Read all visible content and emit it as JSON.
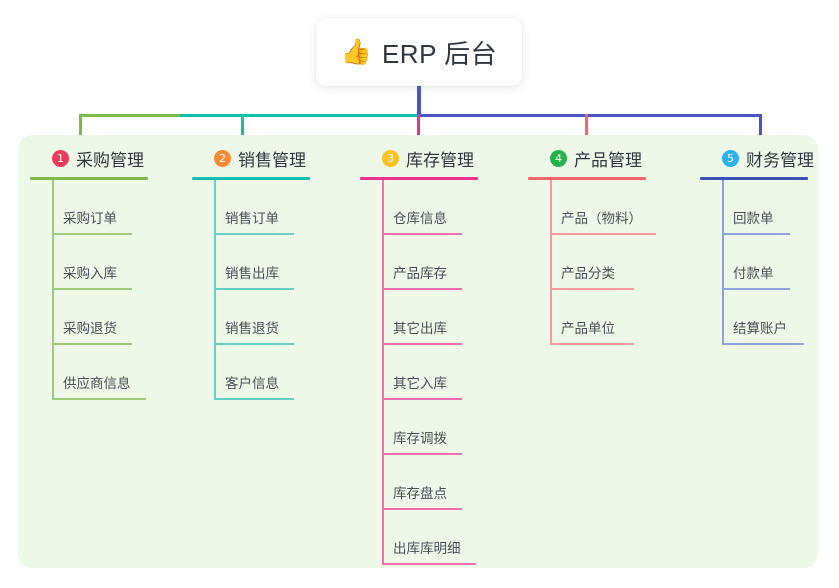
{
  "root": {
    "icon": "thumbs-up-icon",
    "emoji": "👍",
    "title": "ERP 后台"
  },
  "palette": {
    "panel_bg": "#eef8e9",
    "page_bg": "#ffffff",
    "bus_green": "#7dba4a",
    "bus_teal": "#13bfae",
    "bus_blue": "#4a54c4",
    "stem_green": "#7dba4a",
    "stem_teal": "#13bfae",
    "stem_pink": "#e8338c",
    "stem_salmon": "#f4666b",
    "stem_blue": "#5566cc"
  },
  "columns": [
    {
      "index": "1",
      "title": "采购管理",
      "badge_color": "#ef3b5b",
      "line_color": "#7dba4a",
      "leaf_line_color": "#9ec97a",
      "items": [
        "采购订单",
        "采购入库",
        "采购退货",
        "供应商信息"
      ]
    },
    {
      "index": "2",
      "title": "销售管理",
      "badge_color": "#f58a34",
      "line_color": "#13bfae",
      "leaf_line_color": "#66cfc6",
      "items": [
        "销售订单",
        "销售出库",
        "销售退货",
        "客户信息"
      ]
    },
    {
      "index": "3",
      "title": "库存管理",
      "badge_color": "#f7c121",
      "line_color": "#e8338c",
      "leaf_line_color": "#ef6eae",
      "items": [
        "仓库信息",
        "产品库存",
        "其它出库",
        "其它入库",
        "库存调拨",
        "库存盘点",
        "出库库明细"
      ]
    },
    {
      "index": "4",
      "title": "产品管理",
      "badge_color": "#25b14c",
      "line_color": "#f4666b",
      "leaf_line_color": "#f89a9d",
      "items": [
        "产品（物料）",
        "产品分类",
        "产品单位"
      ]
    },
    {
      "index": "5",
      "title": "财务管理",
      "badge_color": "#2bb3e8",
      "line_color": "#3a52b5",
      "leaf_line_color": "#8fa2dd",
      "items": [
        "回款单",
        "付款单",
        "结算账户"
      ]
    }
  ]
}
